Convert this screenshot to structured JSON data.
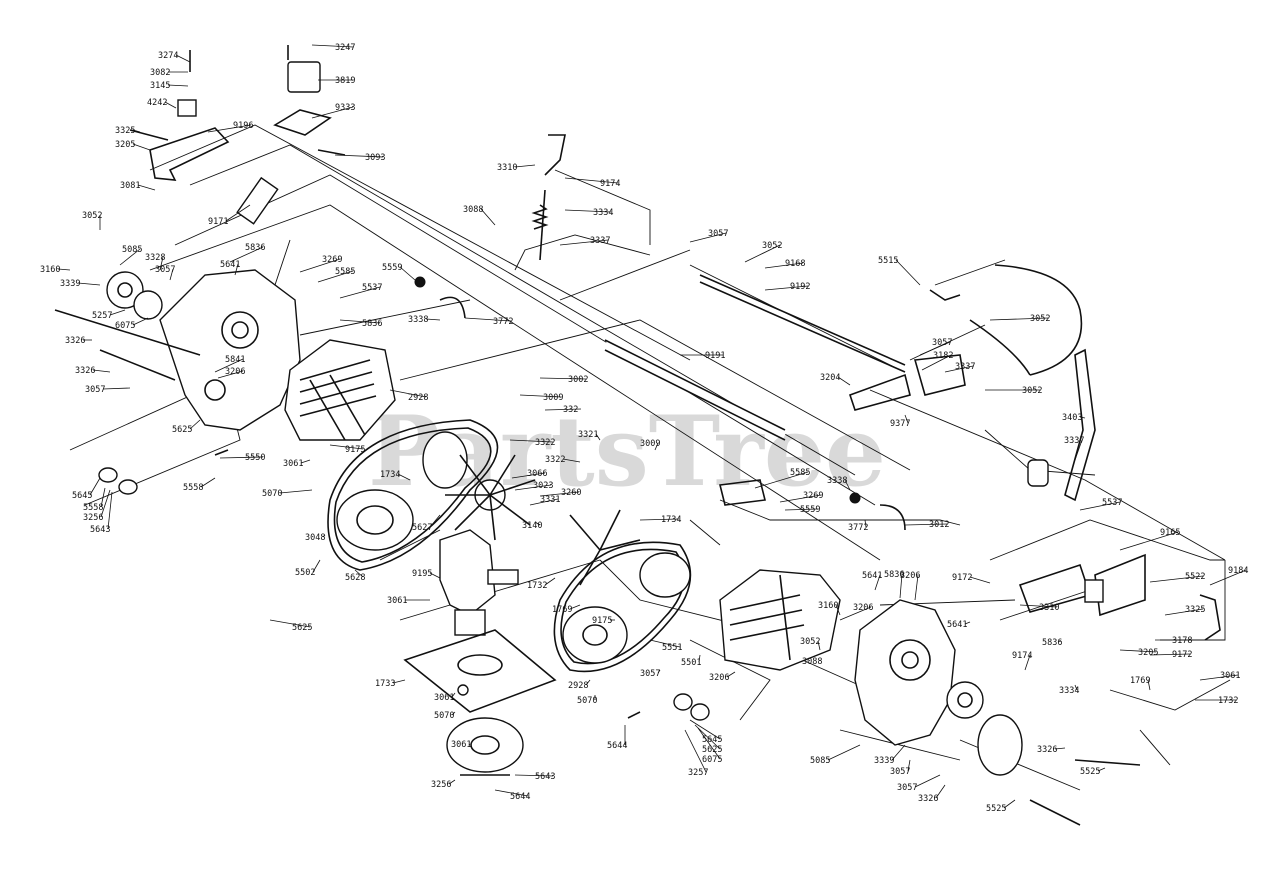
{
  "watermark": "PartsTree",
  "colors": {
    "ink": "#111111",
    "watermark": "#d9d9d9",
    "background": "#ffffff"
  },
  "callouts": [
    "3274",
    "3082",
    "3145",
    "4242",
    "3325",
    "3205",
    "3081",
    "3247",
    "3819",
    "9333",
    "9196",
    "3093",
    "9171",
    "3052",
    "3160",
    "5085",
    "3339",
    "3328",
    "3057",
    "5836",
    "5641",
    "5257",
    "6075",
    "3326",
    "3326",
    "3057",
    "5625",
    "5841",
    "3206",
    "3269",
    "5585",
    "5537",
    "5836",
    "5559",
    "3338",
    "3772",
    "2928",
    "5550",
    "5558",
    "9175",
    "3061",
    "5070",
    "3002",
    "3009",
    "332",
    "3322",
    "3321",
    "3009",
    "3322",
    "1734",
    "3066",
    "3023",
    "3260",
    "3331",
    "3140",
    "5627",
    "1734",
    "5625",
    "3310",
    "9174",
    "3334",
    "3088",
    "3337",
    "3057",
    "3052",
    "9168",
    "9192",
    "9191",
    "3204",
    "5515",
    "3052",
    "3057",
    "3182",
    "3337",
    "3052",
    "9377",
    "3403",
    "3337",
    "5537",
    "5585",
    "3269",
    "5559",
    "3338",
    "3772",
    "3012",
    "9172",
    "9165",
    "5522",
    "9184",
    "3310",
    "3325",
    "3178",
    "3205",
    "9172",
    "5836",
    "5641",
    "5836",
    "3206",
    "5641",
    "3206",
    "3160",
    "3052",
    "3088",
    "9174",
    "3334",
    "1769",
    "3061",
    "1732",
    "3048",
    "5502",
    "5628",
    "9195",
    "3061",
    "1732",
    "1769",
    "9175",
    "2928",
    "5070",
    "5551",
    "5501",
    "3057",
    "3206",
    "1733",
    "3061",
    "5070",
    "3061",
    "3256",
    "5643",
    "5644",
    "5645",
    "5558",
    "3256",
    "5643",
    "5644",
    "5645",
    "5625",
    "6075",
    "3257",
    "5085",
    "3339",
    "3057",
    "3057",
    "3326",
    "3326",
    "5525",
    "5525"
  ]
}
